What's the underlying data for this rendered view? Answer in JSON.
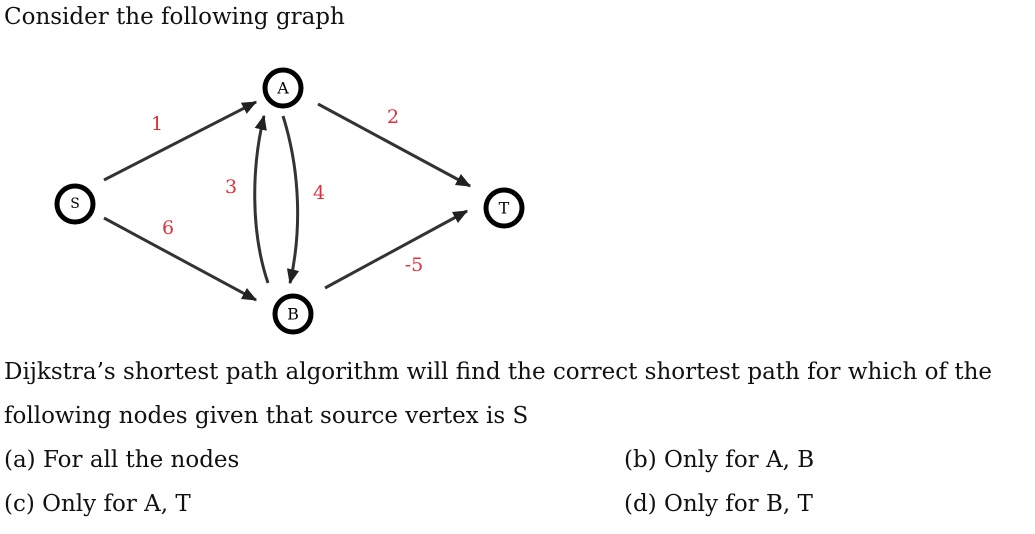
{
  "intro": "Consider the following graph",
  "graph": {
    "nodes": [
      {
        "id": "S",
        "label": "S"
      },
      {
        "id": "A",
        "label": "A"
      },
      {
        "id": "B",
        "label": "B"
      },
      {
        "id": "T",
        "label": "T"
      }
    ],
    "edges": [
      {
        "from": "S",
        "to": "A",
        "weight": "1"
      },
      {
        "from": "S",
        "to": "B",
        "weight": "6"
      },
      {
        "from": "B",
        "to": "A",
        "weight": "3"
      },
      {
        "from": "A",
        "to": "B",
        "weight": "4"
      },
      {
        "from": "A",
        "to": "T",
        "weight": "2"
      },
      {
        "from": "B",
        "to": "T",
        "weight": "-5"
      }
    ],
    "colors": {
      "weight": "#e0303a",
      "edge": "#333333",
      "node_border": "#000000"
    }
  },
  "question": {
    "line1": "Dijkstra’s shortest path algorithm will find the correct shortest path for which of the",
    "line2": "following nodes given that source vertex is S"
  },
  "options": {
    "a": "(a)  For all the nodes",
    "b": "(b) Only for A, B",
    "c": "(c) Only for A, T",
    "d": "(d) Only for B, T"
  }
}
